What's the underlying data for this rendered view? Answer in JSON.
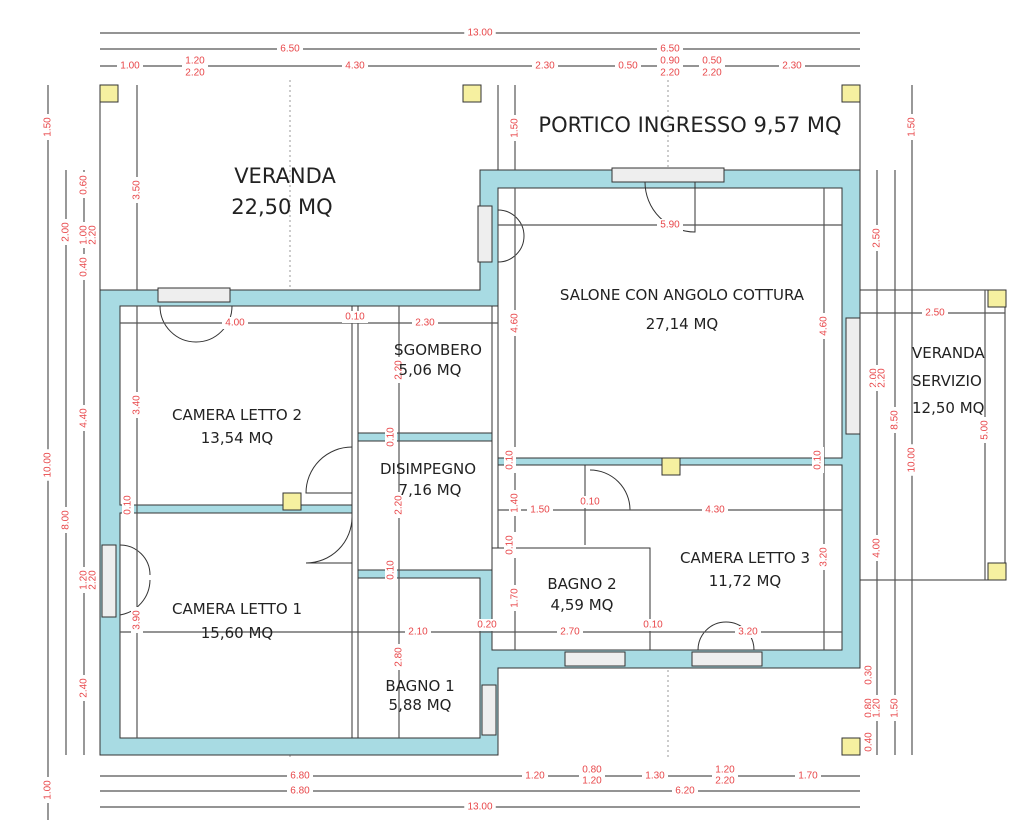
{
  "colors": {
    "wall": "#a8dbe3",
    "pillar": "#f6f0a0",
    "dimension": "#e8474a"
  },
  "rooms": [
    {
      "name": "VERANDA",
      "area": "22,50 MQ"
    },
    {
      "name": "PORTICO INGRESSO 9,57 MQ",
      "area": ""
    },
    {
      "name": "SALONE CON ANGOLO COTTURA",
      "area": "27,14 MQ"
    },
    {
      "name": "SGOMBERO",
      "area": "5,06 MQ"
    },
    {
      "name": "CAMERA LETTO 2",
      "area": "13,54 MQ"
    },
    {
      "name": "DISIMPEGNO",
      "area": "7,16 MQ"
    },
    {
      "name": "CAMERA LETTO 1",
      "area": "15,60 MQ"
    },
    {
      "name": "BAGNO 2",
      "area": "4,59 MQ"
    },
    {
      "name": "CAMERA LETTO 3",
      "area": "11,72 MQ"
    },
    {
      "name": "BAGNO 1",
      "area": "5,88 MQ"
    },
    {
      "name": "VERANDA",
      "name2": "SERVIZIO",
      "area": "12,50 MQ"
    }
  ],
  "dimensions": [
    "13.00",
    "6.50",
    "6.50",
    "1.00",
    "1.20",
    "2.20",
    "4.30",
    "2.30",
    "0.50",
    "0.90",
    "2.20",
    "0.50",
    "2.20",
    "2.30",
    "6.80",
    "1.20",
    "0.80",
    "1.20",
    "1.30",
    "1.20",
    "2.20",
    "1.70",
    "6.80",
    "6.20",
    "13.00",
    "1.50",
    "10.00",
    "1.00",
    "2.00",
    "8.00",
    "0.60",
    "1.00",
    "2.20",
    "0.40",
    "4.40",
    "1.20",
    "2.20",
    "2.40",
    "2.50",
    "2.00",
    "2.20",
    "4.00",
    "0.30",
    "0.80",
    "1.20",
    "0.40",
    "8.50",
    "1.50",
    "1.50",
    "10.00",
    "5.00",
    "2.50",
    "3.50",
    "1.50",
    "4.00",
    "0.10",
    "2.30",
    "3.40",
    "0.10",
    "3.90",
    "2.20",
    "0.10",
    "2.20",
    "0.10",
    "2.80",
    "2.10",
    "0.20",
    "2.70",
    "0.10",
    "3.20",
    "5.90",
    "4.60",
    "4.60",
    "0.10",
    "0.10",
    "1.40",
    "1.50",
    "0.10",
    "4.30",
    "0.10",
    "1.70",
    "3.20"
  ]
}
